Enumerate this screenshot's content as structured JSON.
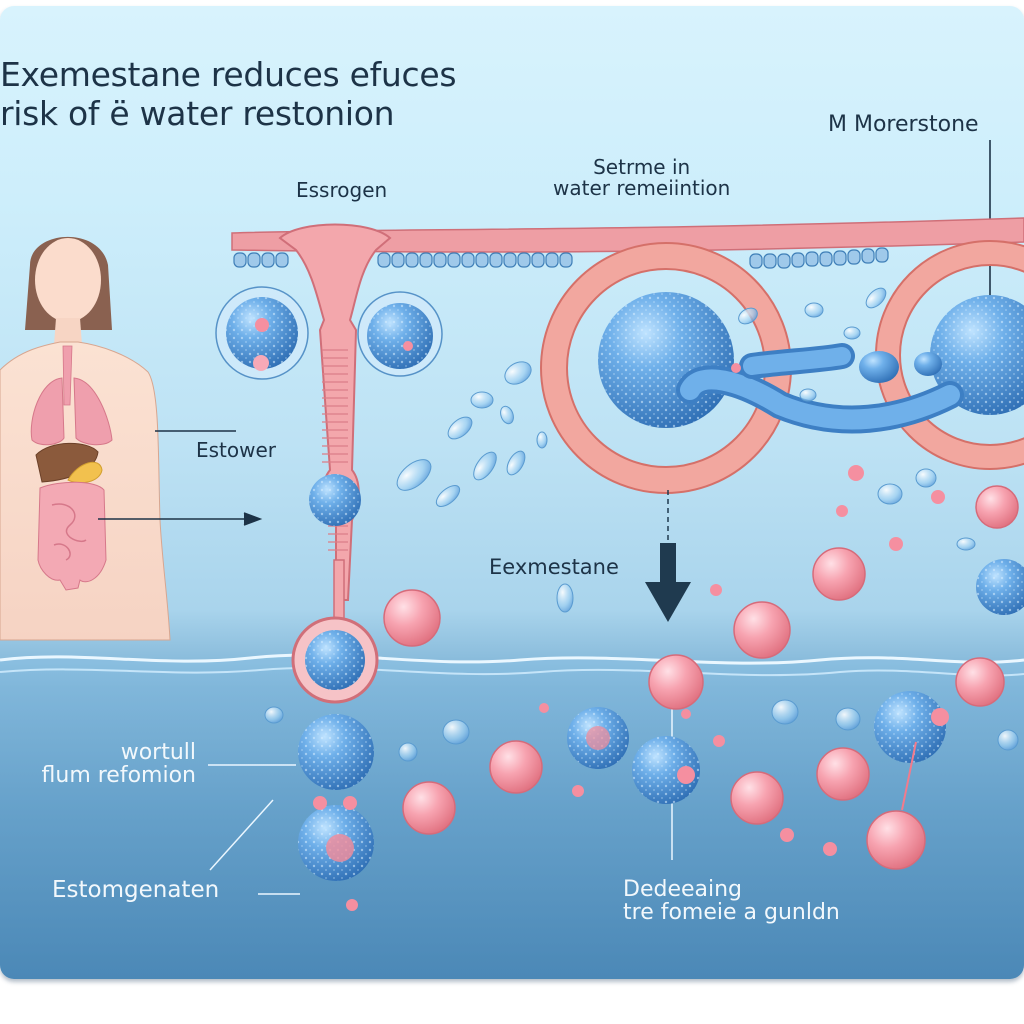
{
  "title": {
    "line1": "Exemestane reduces efuces",
    "line2": " risk of ë water restonion"
  },
  "labels": {
    "estrogen_top": "Essrogen",
    "setrme_line1": "Setrme in",
    "setrme_line2": "water remeiintion",
    "morerstone": "M Morerstone",
    "estower": "Estower",
    "eexmestane": "Eexmestane",
    "wortull_line1": "wortull",
    "wortull_line2": "flum  refomion",
    "estomgenaten": "Estomgenaten",
    "dedeeaing_line1": "Dedeeaing",
    "dedeeaing_line2": "tre fomeie a gunldn"
  },
  "colors": {
    "background_top": "#d8f3fd",
    "background_bottom": "#4c8ab8",
    "membrane_pink": "#e98d94",
    "molecule_blue": "#4f93d6",
    "molecule_pink": "#f4919d",
    "text_dark": "#1d3347",
    "text_light": "#f2f8fc",
    "arrow_dark": "#1f3a4f"
  }
}
